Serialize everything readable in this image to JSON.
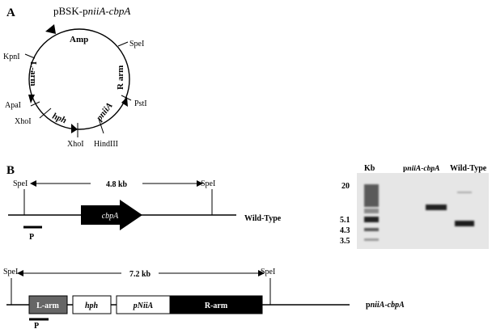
{
  "panel_a": {
    "label": "A",
    "title_prefix": "pBSK-p",
    "title_italic": "niiA-cbpA",
    "plasmid": {
      "amp": "Amp",
      "l_arm": "L-arm",
      "r_arm": "R arm",
      "hph": "hph",
      "pniia": "pniiA"
    },
    "sites": {
      "kpni": "KpnI",
      "spei": "SpeI",
      "apai": "ApaI",
      "xhoi_left": "XhoI",
      "psti": "PstI",
      "xhoi_bottom": "XhoI",
      "hindiii": "HindIII"
    }
  },
  "panel_b": {
    "label": "B",
    "wild_type_map": {
      "spei_left": "SpeI",
      "spei_right": "SpeI",
      "distance": "4.8 kb",
      "gene": "cbpA",
      "probe": "P",
      "name": "Wild-Type"
    },
    "construct_map": {
      "spei_left": "SpeI",
      "spei_right": "SpeI",
      "distance": "7.2 kb",
      "boxes": [
        "L-arm",
        "hph",
        "pNiiA",
        "R-arm"
      ],
      "probe": "P",
      "name_prefix": "p",
      "name_italic": "niiA-cbpA"
    },
    "gel": {
      "lane_kb": "Kb",
      "lane_mut_prefix": "p",
      "lane_mut_italic": "niiA-cbpA",
      "lane_wt": "Wild-Type",
      "marker_20": "20",
      "marker_5_1": "5.1",
      "marker_4_3": "4.3",
      "marker_3_5": "3.5"
    }
  }
}
